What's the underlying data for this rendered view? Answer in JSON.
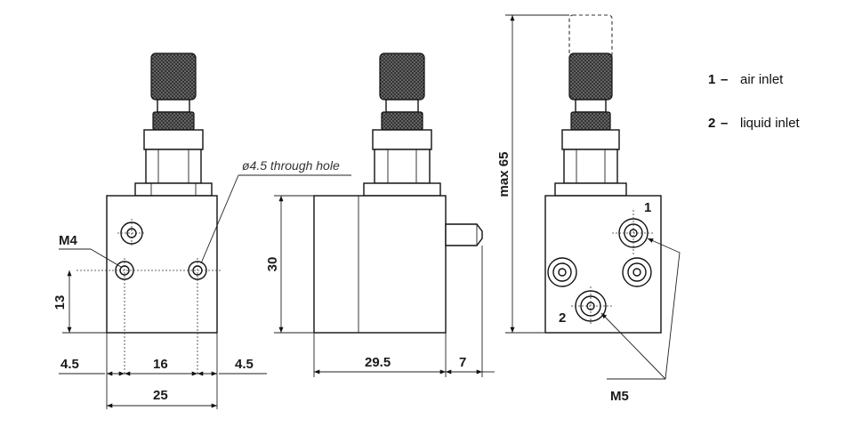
{
  "legend": [
    {
      "num": "1",
      "dash": "–",
      "text": "air inlet"
    },
    {
      "num": "2",
      "dash": "–",
      "text": "liquid inlet"
    }
  ],
  "front_view": {
    "thread_label": "M4",
    "hole_note": "ø4.5 through hole",
    "dim_height": "13",
    "dim_left": "4.5",
    "dim_mid": "16",
    "dim_right": "4.5",
    "dim_total": "25"
  },
  "side_view": {
    "dim_height": "30",
    "dim_length": "29.5",
    "dim_fitting": "7"
  },
  "right_view": {
    "dim_max_height": "max 65",
    "port_1": "1",
    "port_2": "2",
    "port_thread": "M5"
  }
}
